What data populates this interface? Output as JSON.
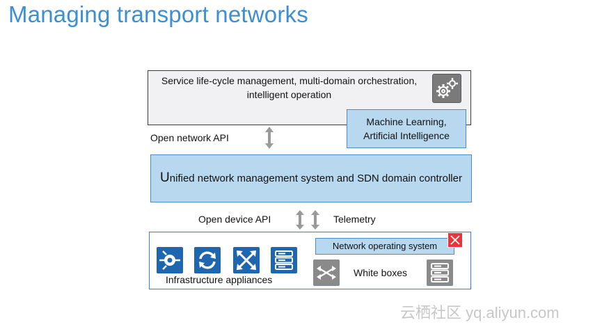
{
  "title": "Managing transport networks",
  "top_box": {
    "line1": "Service life-cycle management, multi-domain orchestration,",
    "line2": "intelligent operation"
  },
  "ml_box": {
    "line1": "Machine Learning,",
    "line2": "Artificial Intelligence"
  },
  "open_network_api": "Open network API",
  "unified": {
    "first_letter": "U",
    "rest": "nified network management system and SDN domain controller"
  },
  "open_device_api": "Open device API",
  "telemetry": "Telemetry",
  "nos": "Network operating system",
  "infrastructure_label": "Infrastructure appliances",
  "white_boxes_label": "White boxes",
  "watermark": "云栖社区 yq.aliyun.com",
  "icons": [
    "gear-icon",
    "router-icon",
    "sync-icon",
    "cross-connect-icon",
    "server-icon",
    "switch-icon",
    "red-x-icon",
    "updown-arrow-icon"
  ],
  "colors": {
    "title": "#3d8fd0",
    "box_fill": "#b7d8ee",
    "box_border": "#4a8cc6",
    "icon_blue": "#1f66b0",
    "icon_grey": "#8a8a8a",
    "accent_red": "#e8343a"
  }
}
